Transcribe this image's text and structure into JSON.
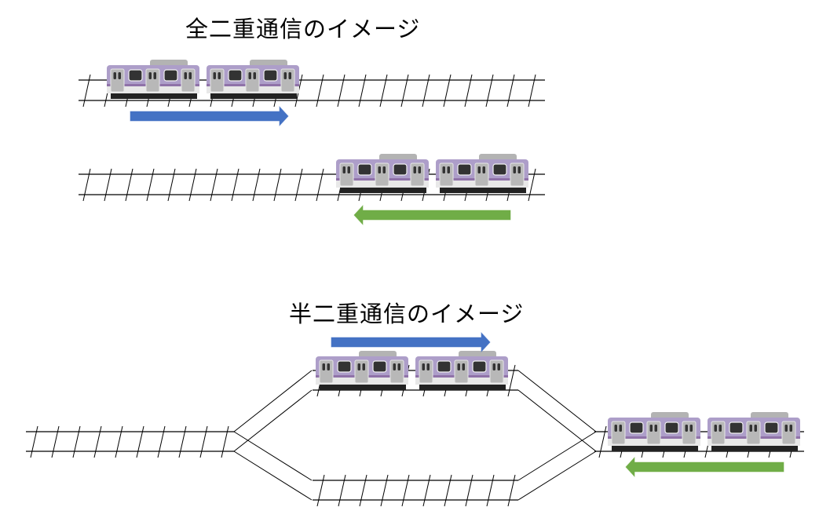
{
  "diagrams": {
    "full_duplex": {
      "title": "全二重通信のイメージ",
      "tracks": [
        {
          "name": "upper-track",
          "train_direction": "right",
          "arrow_color": "#4472c4"
        },
        {
          "name": "lower-track",
          "train_direction": "left",
          "arrow_color": "#70ad47"
        }
      ]
    },
    "half_duplex": {
      "title": "半二重通信のイメージ",
      "sections": [
        {
          "name": "left-single-track"
        },
        {
          "name": "upper-branch",
          "train_direction": "right",
          "arrow_color": "#4472c4"
        },
        {
          "name": "lower-branch"
        },
        {
          "name": "right-single-track",
          "train_direction": "left",
          "arrow_color": "#70ad47"
        }
      ]
    }
  },
  "colors": {
    "train_body": "#ad9ec9",
    "train_band": "#8f72a8",
    "train_roof": "#b3b3b3",
    "train_door": "#b8b8b8",
    "train_window": "#333333",
    "train_skirt": "#e8e8e8",
    "train_underframe": "#222222",
    "rail": "#000000",
    "arrow_right": "#4472c4",
    "arrow_left": "#70ad47"
  }
}
